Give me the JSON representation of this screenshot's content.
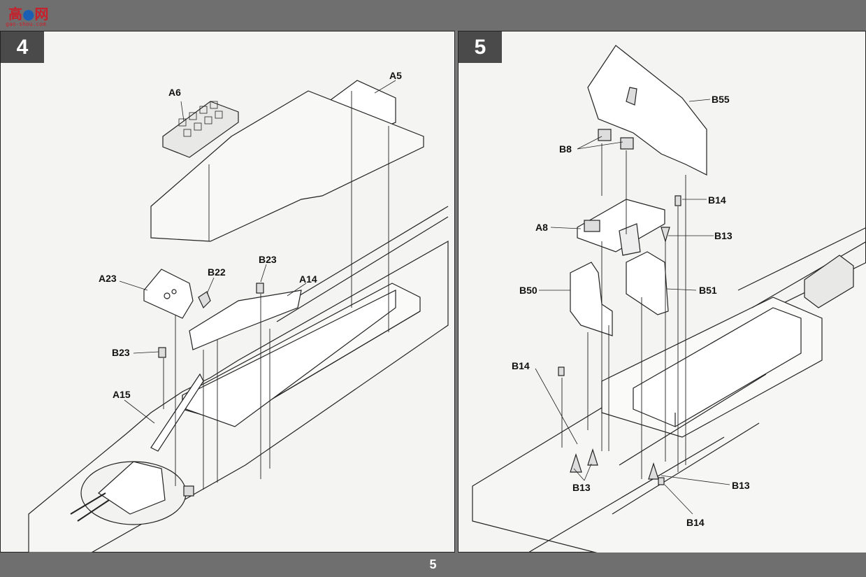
{
  "watermark": {
    "text": "高",
    "text2": "网",
    "url": "gao-shou.com"
  },
  "page_number": "5",
  "step4": {
    "number": "4",
    "labels": [
      "A6",
      "A5",
      "A23",
      "B22",
      "B23",
      "A14",
      "B23",
      "A15"
    ]
  },
  "step5": {
    "number": "5",
    "labels": [
      "B55",
      "B8",
      "B14",
      "A8",
      "B13",
      "B50",
      "B51",
      "B14",
      "B13",
      "B13",
      "B14"
    ]
  }
}
